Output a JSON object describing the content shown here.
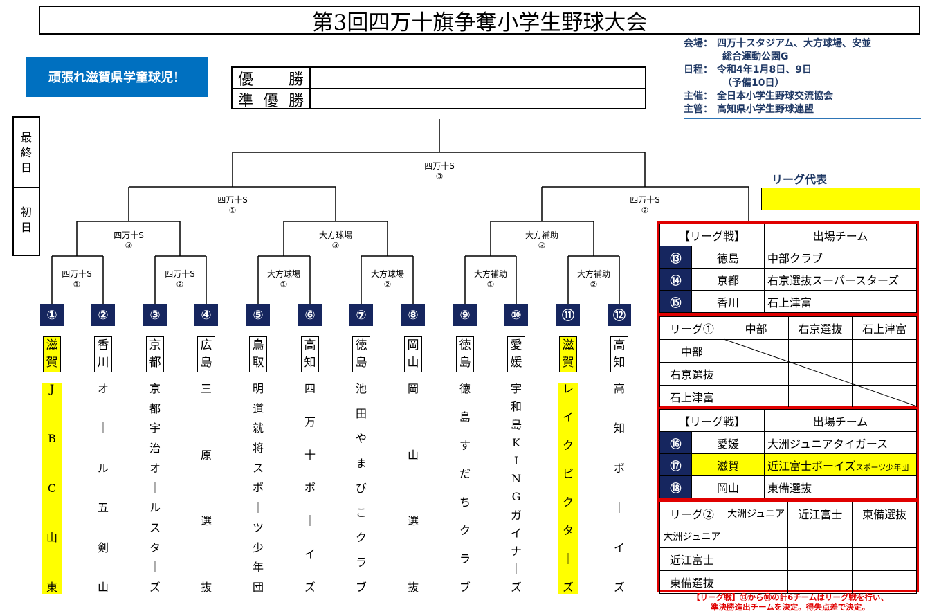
{
  "title": "第3回四万十旗争奪小学生野球大会",
  "info": [
    {
      "key": "会場：",
      "value": "四万十スタジアム、大方球場、安並"
    },
    {
      "key": "",
      "value": "総合運動公園G"
    },
    {
      "key": "日程：",
      "value": "令和4年1月8日、9日"
    },
    {
      "key": "",
      "value": "（予備10日）"
    },
    {
      "key": "主催：",
      "value": "全日本小学生野球交流協会"
    },
    {
      "key": "主管：",
      "value": "高知県小学生野球連盟"
    }
  ],
  "banner": "頑張れ滋賀県学童球児！",
  "result": {
    "winner_label": [
      "優",
      "勝"
    ],
    "runnerup_label": [
      "準",
      "優",
      "勝"
    ],
    "winner": "",
    "runnerup": ""
  },
  "days": {
    "final": [
      "最",
      "終",
      "日"
    ],
    "first": [
      "初",
      "日"
    ]
  },
  "matches": [
    {
      "venue": "四万十S",
      "no": "③"
    },
    {
      "venue": "四万十S",
      "no": "①"
    },
    {
      "venue": "四万十S",
      "no": "②"
    },
    {
      "venue": "四万十S",
      "no": "③"
    },
    {
      "venue": "大方球場",
      "no": "③"
    },
    {
      "venue": "大方補助",
      "no": "③"
    },
    {
      "venue": "四万十S",
      "no": "①"
    },
    {
      "venue": "四万十S",
      "no": "②"
    },
    {
      "venue": "大方球場",
      "no": "①"
    },
    {
      "venue": "大方球場",
      "no": "②"
    },
    {
      "venue": "大方補助",
      "no": "①"
    },
    {
      "venue": "大方補助",
      "no": "②"
    }
  ],
  "teams": [
    {
      "num": "①",
      "pref": [
        "滋",
        "賀"
      ],
      "name": [
        "J",
        "B",
        "C",
        "山",
        "東"
      ],
      "highlight": true
    },
    {
      "num": "②",
      "pref": [
        "香",
        "川"
      ],
      "name": [
        "オ",
        "｜",
        "ル",
        "五",
        "剣",
        "山"
      ],
      "highlight": false
    },
    {
      "num": "③",
      "pref": [
        "京",
        "都"
      ],
      "name": [
        "京",
        "都",
        "宇",
        "治",
        "オ",
        "｜",
        "ル",
        "ス",
        "タ",
        "｜",
        "ズ"
      ],
      "highlight": false
    },
    {
      "num": "④",
      "pref": [
        "広",
        "島"
      ],
      "name": [
        "三",
        "原",
        "選",
        "抜"
      ],
      "highlight": false
    },
    {
      "num": "⑤",
      "pref": [
        "鳥",
        "取"
      ],
      "name": [
        "明",
        "道",
        "就",
        "将",
        "ス",
        "ポ",
        "｜",
        "ツ",
        "少",
        "年",
        "団"
      ],
      "highlight": false
    },
    {
      "num": "⑥",
      "pref": [
        "高",
        "知"
      ],
      "name": [
        "四",
        "万",
        "十",
        "ボ",
        "｜",
        "イ",
        "ズ"
      ],
      "highlight": false
    },
    {
      "num": "⑦",
      "pref": [
        "徳",
        "島"
      ],
      "name": [
        "池",
        "田",
        "や",
        "ま",
        "び",
        "こ",
        "ク",
        "ラ",
        "ブ"
      ],
      "highlight": false
    },
    {
      "num": "⑧",
      "pref": [
        "岡",
        "山"
      ],
      "name": [
        "岡",
        "山",
        "選",
        "抜"
      ],
      "highlight": false
    },
    {
      "num": "⑨",
      "pref": [
        "徳",
        "島"
      ],
      "name": [
        "徳",
        "島",
        "す",
        "だ",
        "ち",
        "ク",
        "ラ",
        "ブ"
      ],
      "highlight": false
    },
    {
      "num": "⑩",
      "pref": [
        "愛",
        "媛"
      ],
      "name": [
        "宇",
        "和",
        "島",
        "K",
        "I",
        "N",
        "G",
        "ガ",
        "イ",
        "ナ",
        "｜",
        "ズ"
      ],
      "highlight": false
    },
    {
      "num": "⑪",
      "pref": [
        "滋",
        "賀"
      ],
      "name": [
        "レ",
        "イ",
        "ク",
        "ビ",
        "ク",
        "タ",
        "｜",
        "ズ"
      ],
      "highlight": true
    },
    {
      "num": "⑫",
      "pref": [
        "高",
        "知"
      ],
      "name": [
        "高",
        "知",
        "ボ",
        "｜",
        "イ",
        "ズ"
      ],
      "highlight": false
    }
  ],
  "league_rep": {
    "label": "リーグ代表",
    "value": ""
  },
  "league1_entries": {
    "header": [
      "【リーグ戦】",
      "出場チーム"
    ],
    "rows": [
      {
        "num": "⑬",
        "pref": "徳島",
        "team": "中部クラブ",
        "highlight": false
      },
      {
        "num": "⑭",
        "pref": "京都",
        "team": "右京選抜スーパースターズ",
        "highlight": false
      },
      {
        "num": "⑮",
        "pref": "香川",
        "team": "石上津富",
        "highlight": false
      }
    ]
  },
  "league1_table": {
    "header": [
      "リーグ①",
      "中部",
      "右京選抜",
      "石上津富"
    ],
    "rows": [
      "中部",
      "右京選抜",
      "石上津富"
    ]
  },
  "league2_entries": {
    "header": [
      "【リーグ戦】",
      "出場チーム"
    ],
    "rows": [
      {
        "num": "⑯",
        "pref": "愛媛",
        "team": "大洲ジュニアタイガース",
        "suffix": "",
        "highlight": false
      },
      {
        "num": "⑰",
        "pref": "滋賀",
        "team": "近江富士ボーイズ",
        "suffix": "スポーツ少年団",
        "highlight": true
      },
      {
        "num": "⑱",
        "pref": "岡山",
        "team": "東備選抜",
        "suffix": "",
        "highlight": false
      }
    ]
  },
  "league2_table": {
    "header": [
      "リーグ②",
      "大洲ジュニア",
      "近江富士",
      "東備選抜"
    ],
    "rows": [
      "大洲ジュニア",
      "近江富士",
      "東備選抜"
    ]
  },
  "footnote": [
    "【リーグ戦】⑬から⑱の計6チームはリーグ戦を行い、",
    "準決勝進出チームを決定。得失点差で決定。"
  ],
  "colors": {
    "navy": "#16265f",
    "highlight": "#ffff00",
    "banner": "#0070c0",
    "frame": "#e00000"
  }
}
